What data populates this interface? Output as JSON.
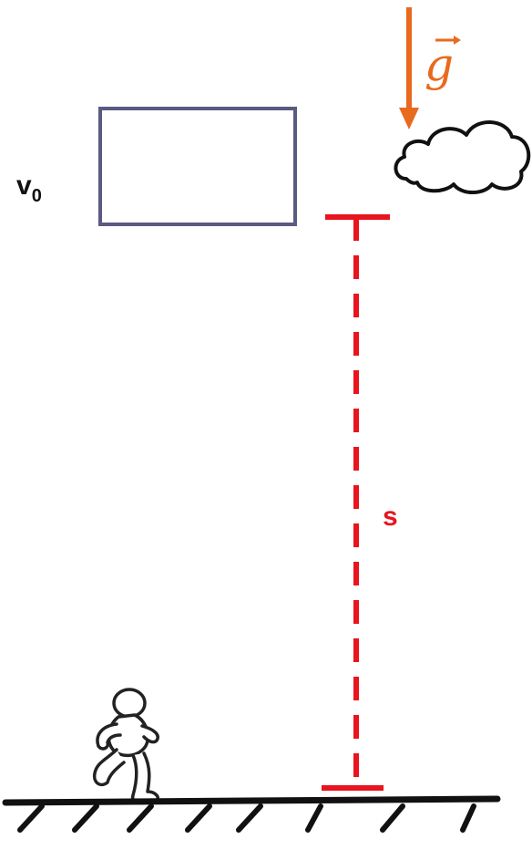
{
  "labels": {
    "v0_main": "v",
    "v0_sub": "0",
    "distance": "s",
    "gravity": "g"
  },
  "colors": {
    "box_stroke": "#5a5a82",
    "distance_marker": "#e8141e",
    "gravity_arrow": "#e86a1e",
    "ground": "#111111",
    "outline": "#222222"
  },
  "icons": {
    "cloud": "cloud-icon",
    "runner": "running-person-icon",
    "ground": "hatched-ground-icon"
  }
}
